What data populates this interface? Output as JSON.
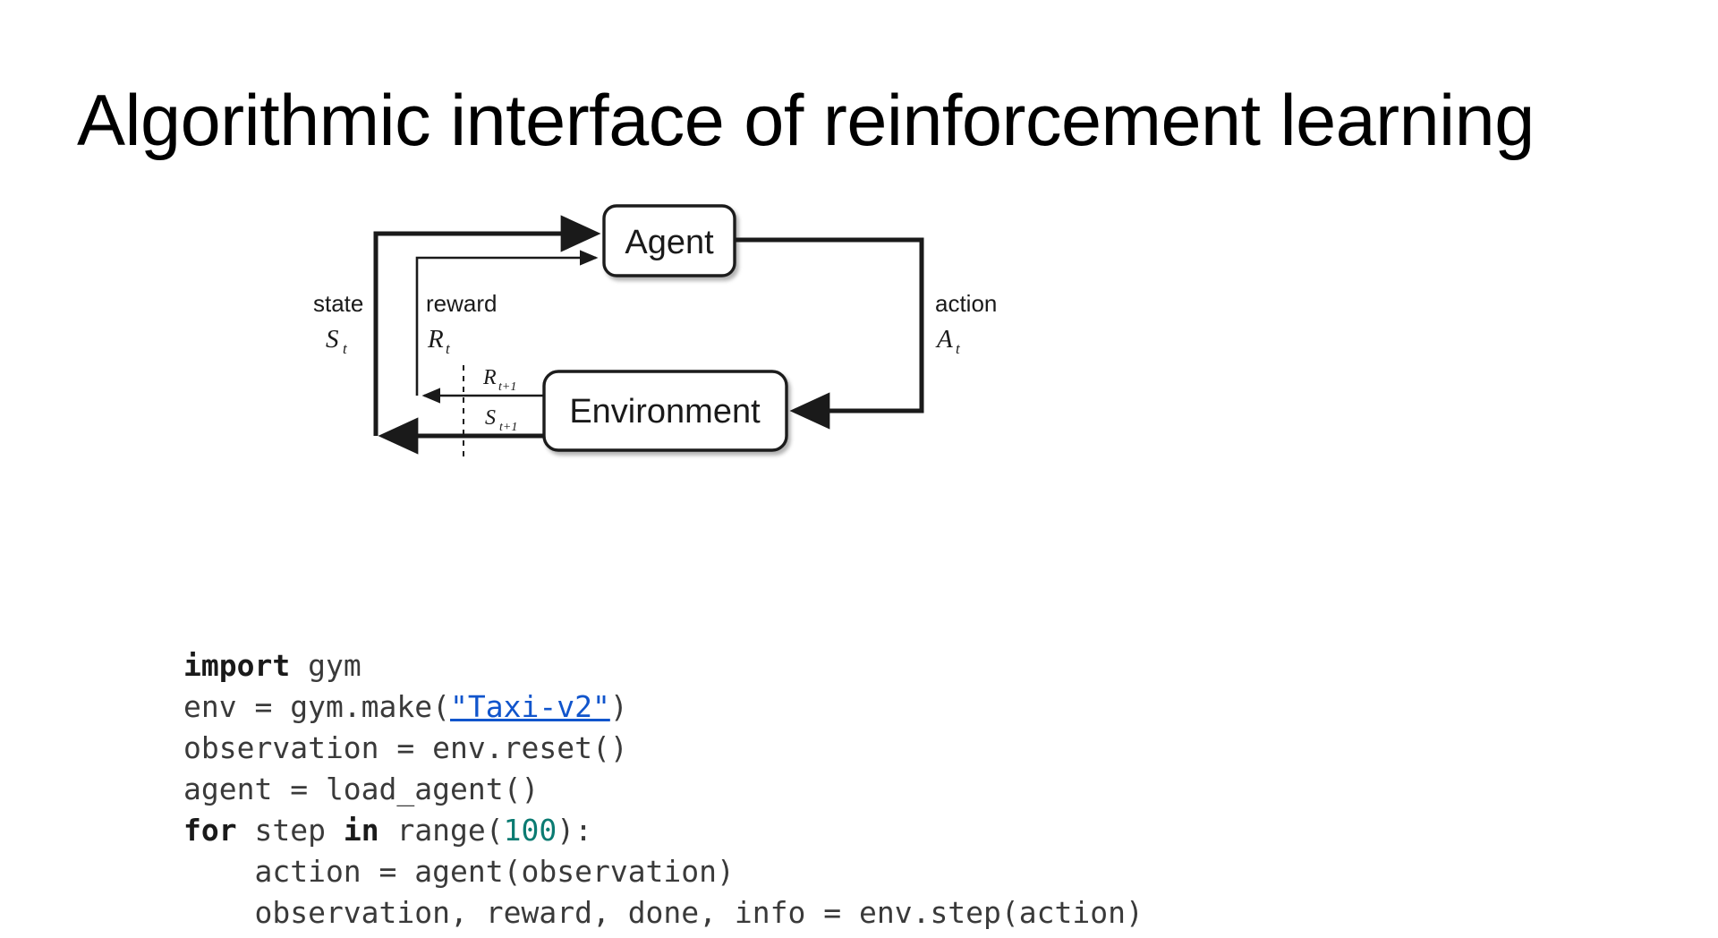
{
  "slide": {
    "title": "Algorithmic interface of reinforcement learning",
    "background_color": "#ffffff"
  },
  "diagram": {
    "name": "agent-environment-interaction-loop",
    "nodes": [
      {
        "id": "agent",
        "label": "Agent"
      },
      {
        "id": "environment",
        "label": "Environment"
      }
    ],
    "edge_labels": {
      "state_word": "state",
      "state_symbol": "S",
      "state_subscript": "t",
      "reward_word": "reward",
      "reward_symbol": "R",
      "reward_subscript": "t",
      "action_word": "action",
      "action_symbol": "A",
      "action_subscript": "t",
      "reward_next_symbol": "R",
      "reward_next_subscript": "t+1",
      "state_next_symbol": "S",
      "state_next_subscript": "t+1"
    },
    "stroke_color": "#1a1a1a"
  },
  "code": {
    "language": "python",
    "link_url_text": "\"Taxi-v2\"",
    "colors": {
      "text": "#3a3a3a",
      "keyword": "#1a1a1a",
      "number": "#0b7b72",
      "link": "#1155cc"
    },
    "lines": [
      {
        "id": "line-1",
        "parts": [
          {
            "t": "import",
            "k": "kw"
          },
          {
            "t": " gym",
            "k": "plain"
          }
        ]
      },
      {
        "id": "line-2",
        "parts": [
          {
            "t": "env = gym.make(",
            "k": "plain"
          },
          {
            "t": "\"Taxi-v2\"",
            "k": "link"
          },
          {
            "t": ")",
            "k": "plain"
          }
        ]
      },
      {
        "id": "line-3",
        "parts": [
          {
            "t": "observation = env.reset()",
            "k": "plain"
          }
        ]
      },
      {
        "id": "line-4",
        "parts": [
          {
            "t": "agent = load_agent()",
            "k": "plain"
          }
        ]
      },
      {
        "id": "line-5",
        "parts": [
          {
            "t": "for",
            "k": "kw"
          },
          {
            "t": " step ",
            "k": "plain"
          },
          {
            "t": "in",
            "k": "kw"
          },
          {
            "t": " range(",
            "k": "plain"
          },
          {
            "t": "100",
            "k": "num"
          },
          {
            "t": "):",
            "k": "plain"
          }
        ]
      },
      {
        "id": "line-6",
        "parts": [
          {
            "t": "    action = agent(observation)",
            "k": "plain"
          }
        ]
      },
      {
        "id": "line-7",
        "parts": [
          {
            "t": "    observation, reward, done, info = env.step(action)",
            "k": "plain"
          }
        ]
      }
    ]
  }
}
